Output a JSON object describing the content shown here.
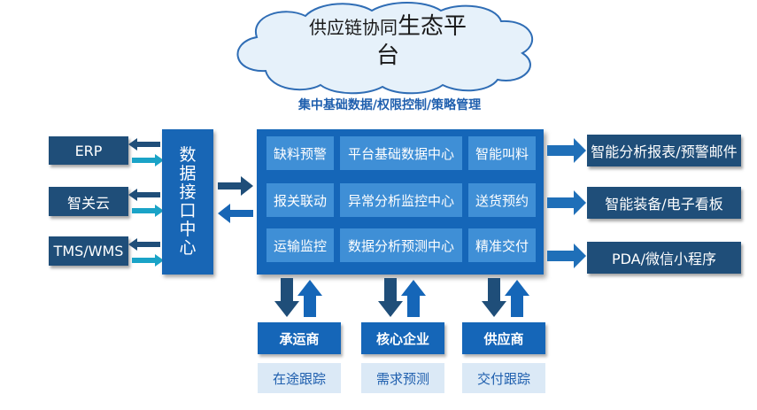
{
  "title": {
    "part1": "供应链协同",
    "part2": "生态平",
    "part3": "台"
  },
  "subtitle": "集中基础数据/权限控制/策略管理",
  "left_systems": [
    "ERP",
    "智关云",
    "TMS/WMS"
  ],
  "data_center": [
    "数",
    "据",
    "接",
    "口",
    "中",
    "心"
  ],
  "modules": [
    [
      "缺料预警",
      "平台基础数据中心",
      "智能叫料"
    ],
    [
      "报关联动",
      "异常分析监控中心",
      "送货预约"
    ],
    [
      "运输监控",
      "数据分析预测中心",
      "精准交付"
    ]
  ],
  "right_outputs": [
    "智能分析报表/预警邮件",
    "智能装备/电子看板",
    "PDA/微信小程序"
  ],
  "parties": [
    {
      "name": "承运商",
      "function": "在途跟踪"
    },
    {
      "name": "核心企业",
      "function": "需求预测"
    },
    {
      "name": "供应商",
      "function": "交付跟踪"
    }
  ],
  "colors": {
    "navy": "#1f4e79",
    "panel": "#1566b8",
    "cell": "#3f8fd6",
    "teal_arrow": "#1aa3c7",
    "sub_bg": "#dbe9f6",
    "cloud_fill": "#e6f1fa"
  }
}
